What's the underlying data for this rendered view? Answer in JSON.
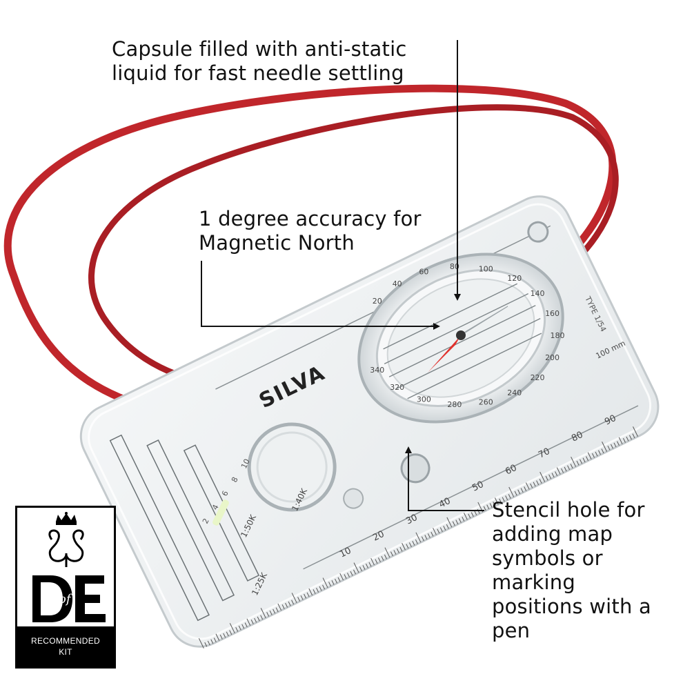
{
  "callouts": {
    "capsule": "Capsule filled with anti-static liquid for fast needle settling",
    "accuracy": "1 degree accuracy for Magnetic North",
    "stencil": "Stencil hole for adding map symbols or marking positions with a pen"
  },
  "compass": {
    "brand": "SILVA",
    "type_label": "TYPE 1/54",
    "scales": [
      "1:25K",
      "1:50K",
      "1:40K"
    ],
    "ruler_unit": "100 mm",
    "bezel_numbers": [
      "20",
      "40",
      "60",
      "80",
      "100",
      "120",
      "140",
      "160",
      "180",
      "200",
      "220",
      "240",
      "260",
      "280",
      "300",
      "320",
      "340"
    ],
    "ruler_numbers": [
      "10",
      "20",
      "30",
      "40",
      "50",
      "60",
      "70",
      "80",
      "90"
    ],
    "scale_marks": [
      "2",
      "4",
      "6",
      "8",
      "10"
    ]
  },
  "badge": {
    "mark": "DofE",
    "line1": "RECOMMENDED",
    "line2": "KIT"
  },
  "colors": {
    "lanyard": "#c0262b",
    "needle": "#e0322d",
    "text": "#111111",
    "badge": "#000000"
  }
}
